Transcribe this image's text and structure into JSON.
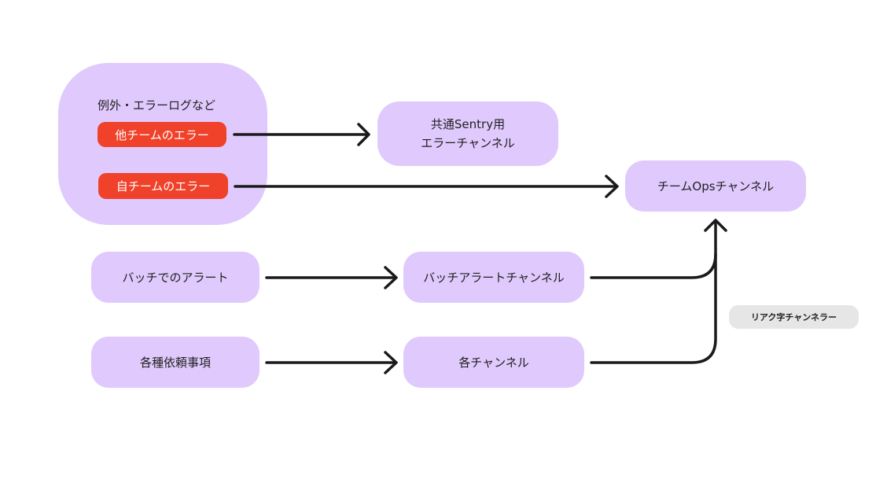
{
  "group": {
    "title": "例外・エラーログなど",
    "other_team_errors": "他チームのエラー",
    "own_team_errors": "自チームのエラー"
  },
  "nodes": {
    "sentry_channel_line1": "共通Sentry用",
    "sentry_channel_line2": "エラーチャンネル",
    "team_ops_channel": "チームOpsチャンネル",
    "batch_alerts": "バッチでのアラート",
    "batch_alert_channel": "バッチアラートチャンネル",
    "misc_requests": "各種依頼事項",
    "each_channel": "各チャンネル"
  },
  "tag": {
    "label": "リアク字チャンネラー"
  },
  "colors": {
    "node_fill": "#e0c9fc",
    "error_pill": "#f0412a",
    "arrow": "#1a1a1a",
    "tag_fill": "#e6e6e6"
  }
}
